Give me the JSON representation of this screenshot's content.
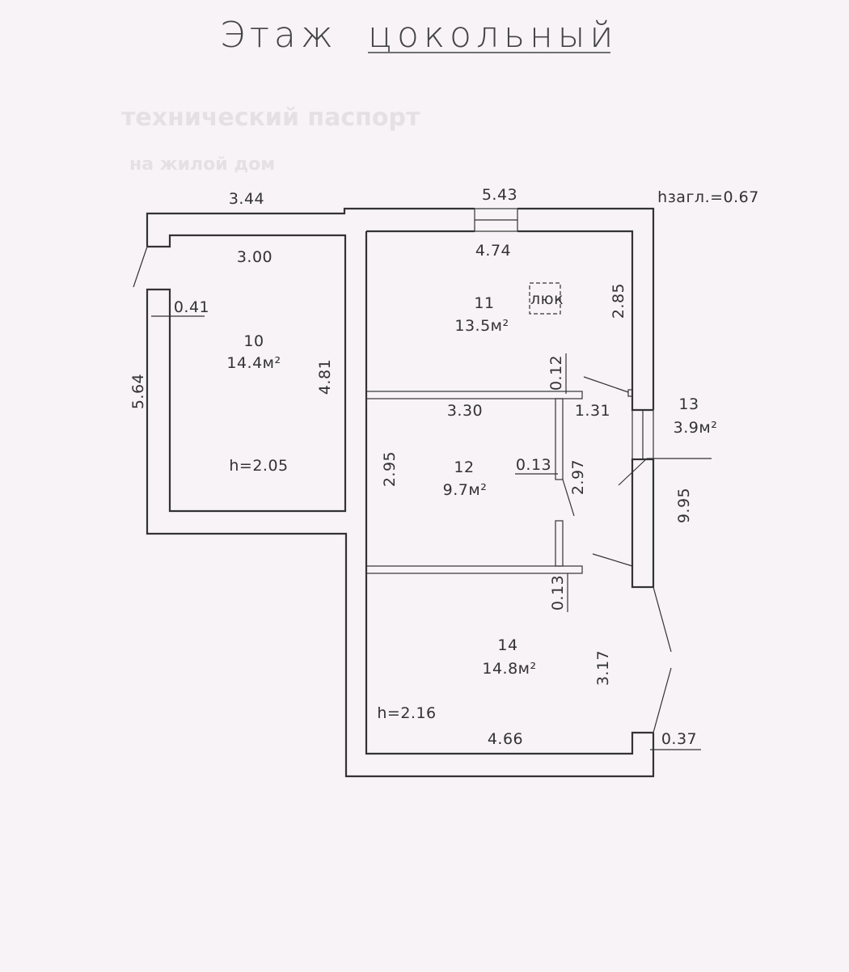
{
  "title": {
    "prefix": "Этаж",
    "name": "цокольный"
  },
  "header_note": "hзагл.=0.67",
  "rooms": [
    {
      "number": "10",
      "area": "14.4м²",
      "height": "h=2.05"
    },
    {
      "number": "11",
      "area": "13.5м²",
      "hatch_label": "люк"
    },
    {
      "number": "12",
      "area": "9.7м²"
    },
    {
      "number": "13",
      "area": "3.9м²"
    },
    {
      "number": "14",
      "area": "14.8м²",
      "height": "h=2.16"
    }
  ],
  "dimensions": {
    "top_left_outer": "3.44",
    "top_right_outer": "5.43",
    "room10_width": "3.00",
    "room10_wall": "0.41",
    "left_outer_height": "5.64",
    "room10_height": "4.81",
    "room11_width": "4.74",
    "room11_height": "2.85",
    "partition_11_12": "0.12",
    "room12_width": "3.30",
    "corridor_width": "1.31",
    "room12_height": "2.95",
    "partition_12_13": "0.13",
    "corridor_height": "2.97",
    "right_outer_height": "9.95",
    "partition_12_14": "0.13",
    "room14_height": "3.17",
    "room14_width": "4.66",
    "room14_wall": "0.37"
  }
}
